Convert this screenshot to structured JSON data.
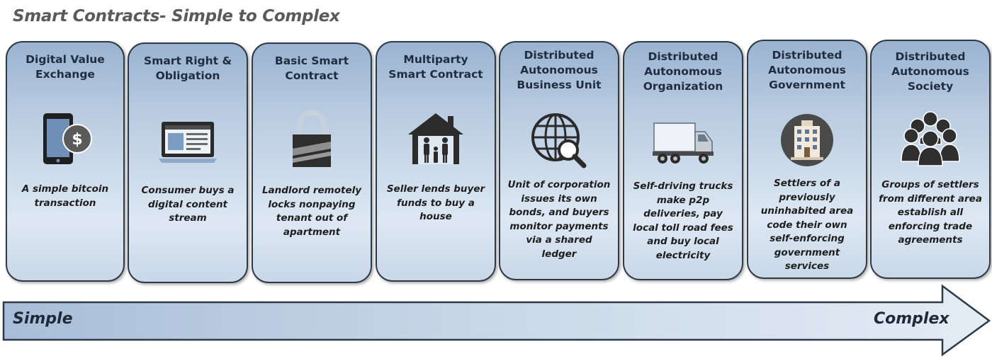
{
  "title": "Smart Contracts- Simple to Complex",
  "arrow": {
    "left_label": "Simple",
    "right_label": "Complex"
  },
  "stages": [
    {
      "title": "Digital Value\nExchange",
      "icon": "tablet-dollar-icon",
      "description": "A simple bitcoin\ntransaction"
    },
    {
      "title": "Smart Right &\nObligation",
      "icon": "laptop-content-icon",
      "description": "Consumer buys a\ndigital content\nstream"
    },
    {
      "title": "Basic Smart\nContract",
      "icon": "padlock-icon",
      "description": "Landlord remotely\nlocks nonpaying\ntenant out of\napartment"
    },
    {
      "title": "Multiparty\nSmart Contract",
      "icon": "house-family-icon",
      "description": "Seller lends buyer\nfunds to buy a\nhouse"
    },
    {
      "title": "Distributed\nAutonomous\nBusiness Unit",
      "icon": "globe-search-icon",
      "description": "Unit of corporation\nissues its own\nbonds, and buyers\nmonitor payments\nvia a shared ledger"
    },
    {
      "title": "Distributed\nAutonomous\nOrganization",
      "icon": "truck-icon",
      "description": "Self-driving trucks\nmake p2p\ndeliveries, pay\nlocal toll road fees\nand buy local\nelectricity"
    },
    {
      "title": "Distributed\nAutonomous\nGovernment",
      "icon": "government-building-icon",
      "description": "Settlers of a\npreviously\nuninhabited area\ncode their own\nself-enforcing\ngovernment\nservices"
    },
    {
      "title": "Distributed\nAutonomous\nSociety",
      "icon": "people-group-icon",
      "description": "Groups of settlers\nfrom different area\nestablish all\nenforcing trade\nagreements"
    }
  ]
}
